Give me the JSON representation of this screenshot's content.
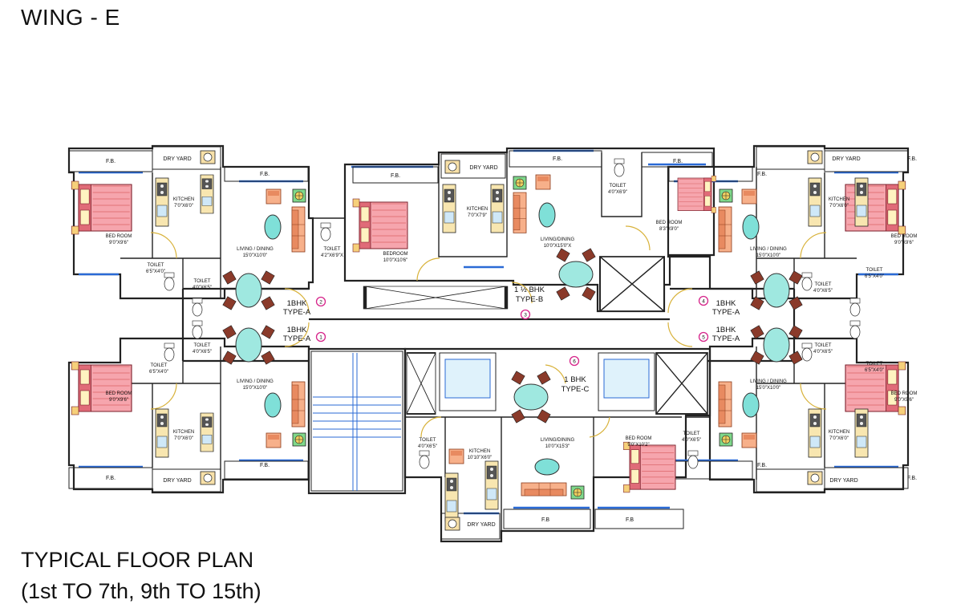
{
  "header": {
    "title": "WING - E"
  },
  "caption": {
    "line1": "TYPICAL FLOOR PLAN",
    "line2": "(1st TO 7th, 9th TO 15th)"
  },
  "colors": {
    "wall": "#222222",
    "window": "#2a6ad6",
    "bed": "#e8747c",
    "sofa": "#f2a37a",
    "table": "#7fe0d8",
    "kitchen_counter": "#f5e0a0",
    "door_arc": "#d8b23a",
    "marker": "#d6248a"
  },
  "labels": {
    "fb": "F.B.",
    "fb_plain": "F.B",
    "dry_yard": "DRY YARD",
    "kitchen": "KITCHEN",
    "bedroom_caps": "BED ROOM",
    "bedroom": "BEDROOM",
    "toilet": "TOILET",
    "living_dining": "LIVING / DINING",
    "living_dining_c": "LIVING/DINING",
    "dim_kitchen_a": "7'0\"X6'0\"",
    "dim_bed_a": "9'0\"X9'6\"",
    "dim_toilet_a1": "6'5\"X4'0\"",
    "dim_toilet_a2": "4'0\"X6'5\"",
    "dim_living_a": "15'0\"X10'0\"",
    "dim_toilet_b1": "4'2\"X6'9\"X",
    "dim_bed_b": "10'0\"X10'6\"",
    "dim_kitchen_b": "7'0\"X7'9\"",
    "dim_living_b": "10'0\"X15'0\"X",
    "dim_toilet_b2": "4'0\"X6'9\"",
    "dim_bed_b2": "8'3\"X9'0\"",
    "dim_toilet_c1": "4'0\"X6'5\"",
    "dim_kitchen_c": "10'10\"X6'0\"",
    "dim_living_c": "10'0\"X15'3\"",
    "dim_bed_c": "9'0\"X10'2\"",
    "dim_toilet_c2": "4'0\"X6'5\""
  },
  "units": {
    "type_a": [
      "1BHK",
      "TYPE-A"
    ],
    "type_b": [
      "1 ½ BHK",
      "TYPE-B"
    ],
    "type_c": [
      "1 BHK",
      "TYPE-C"
    ]
  },
  "markers": [
    "1",
    "2",
    "3",
    "4",
    "5",
    "6"
  ]
}
